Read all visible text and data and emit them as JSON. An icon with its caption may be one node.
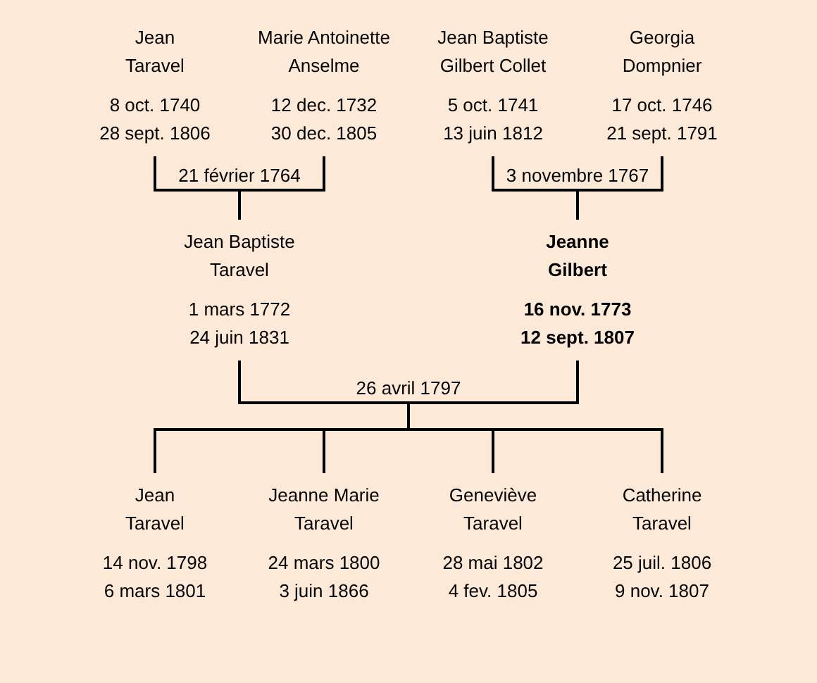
{
  "diagram": {
    "nodes": [
      {
        "text": [
          "Jean",
          "Taravel",
          "8 oct. 1740",
          "28 sept. 1806"
        ]
      },
      {
        "text": [
          "Marie Antoinette",
          "Anselme",
          "12 dec. 1732",
          "30 dec. 1805"
        ]
      },
      {
        "text": [
          "Jean Baptiste",
          "Gilbert Collet",
          "5 oct. 1741",
          "13 juin 1812"
        ]
      },
      {
        "text": [
          "Georgia",
          "Dompnier",
          "17 oct. 1746",
          "21 sept. 1791"
        ]
      },
      {
        "text": [
          "Jean Baptiste",
          "Taravel",
          "1 mars 1772",
          "24 juin 1831"
        ]
      },
      {
        "text": [
          "Jeanne",
          "Gilbert",
          "16 nov. 1773",
          "12 sept. 1807"
        ]
      },
      {
        "text": [
          "Jean",
          "Taravel",
          "14 nov. 1798",
          "6 mars 1801"
        ]
      },
      {
        "text": [
          "Jeanne Marie",
          "Taravel",
          "24 mars 1800",
          "3 juin 1866"
        ]
      },
      {
        "text": [
          "Geneviève",
          "Taravel",
          "28 mai 1802",
          "4 fev. 1805"
        ]
      },
      {
        "text": [
          "Catherine",
          "Taravel",
          "25 juil. 1806",
          "9 nov. 1807"
        ]
      }
    ],
    "edges": [
      {
        "from": 0,
        "to": 4,
        "arrow": "none",
        "label": "21 février 1764"
      },
      {
        "from": 1,
        "to": 4,
        "arrow": "none"
      },
      {
        "from": 2,
        "to": 5,
        "arrow": "none",
        "label": "3 novembre 1767"
      },
      {
        "from": 3,
        "to": 5,
        "arrow": "none"
      },
      {
        "from": 4,
        "to": 6,
        "arrow": "none",
        "label": "26 avril 1797"
      },
      {
        "from": 4,
        "to": 7,
        "arrow": "none"
      },
      {
        "from": 4,
        "to": 8,
        "arrow": "none"
      },
      {
        "from": 4,
        "to": 9,
        "arrow": "none"
      },
      {
        "from": 5,
        "to": 6,
        "arrow": "none"
      },
      {
        "from": 5,
        "to": 7,
        "arrow": "none"
      },
      {
        "from": 5,
        "to": 8,
        "arrow": "none"
      },
      {
        "from": 5,
        "to": 9,
        "arrow": "none"
      }
    ]
  }
}
